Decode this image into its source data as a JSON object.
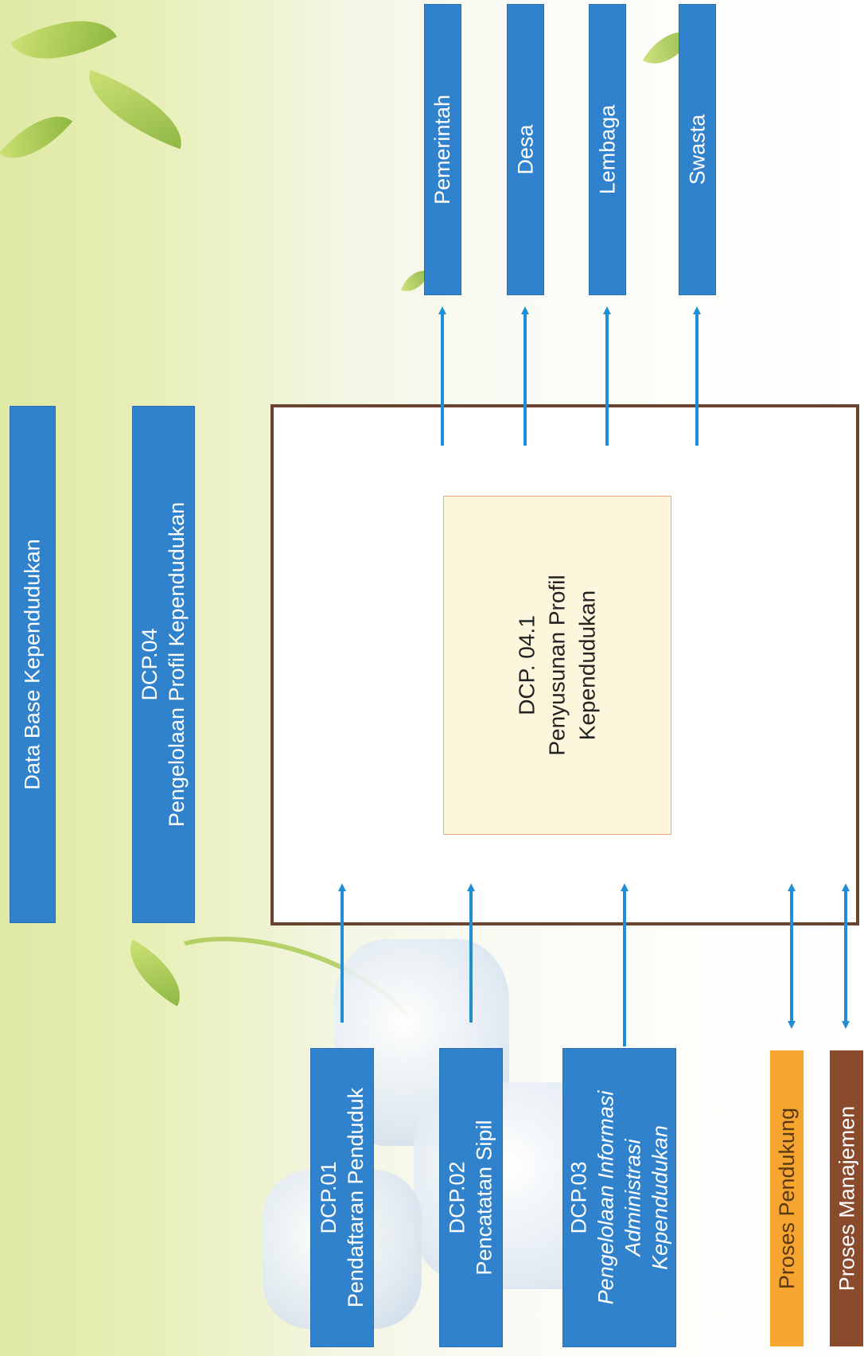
{
  "header_boxes": {
    "database": "Data Base Kependudukan",
    "dcp04_code": "DCP.04",
    "dcp04_title": "Pengelolaan Profil Kependudukan"
  },
  "central_process": {
    "code": "DCP. 04.1",
    "title_line1": "Penyusunan Profil",
    "title_line2": "Kependudukan"
  },
  "outputs": [
    "Pemerintah",
    "Desa",
    "Lembaga",
    "Swasta"
  ],
  "inputs": [
    {
      "code": "DCP.01",
      "lines": [
        "Pendaftaran Penduduk"
      ]
    },
    {
      "code": "DCP.02",
      "lines": [
        "Pencatatan Sipil"
      ]
    },
    {
      "code": "DCP.03",
      "lines": [
        "Pengelolaan Informasi",
        "Administrasi",
        "Kependudukan"
      ]
    }
  ],
  "support": [
    "Proses Pendukung",
    "Proses Manajemen"
  ],
  "colors": {
    "blue": "#3182cc",
    "arrow": "#1f8ed6",
    "frame": "#6b4431",
    "support_orange": "#f7a531",
    "support_brown": "#8a4a2c"
  }
}
